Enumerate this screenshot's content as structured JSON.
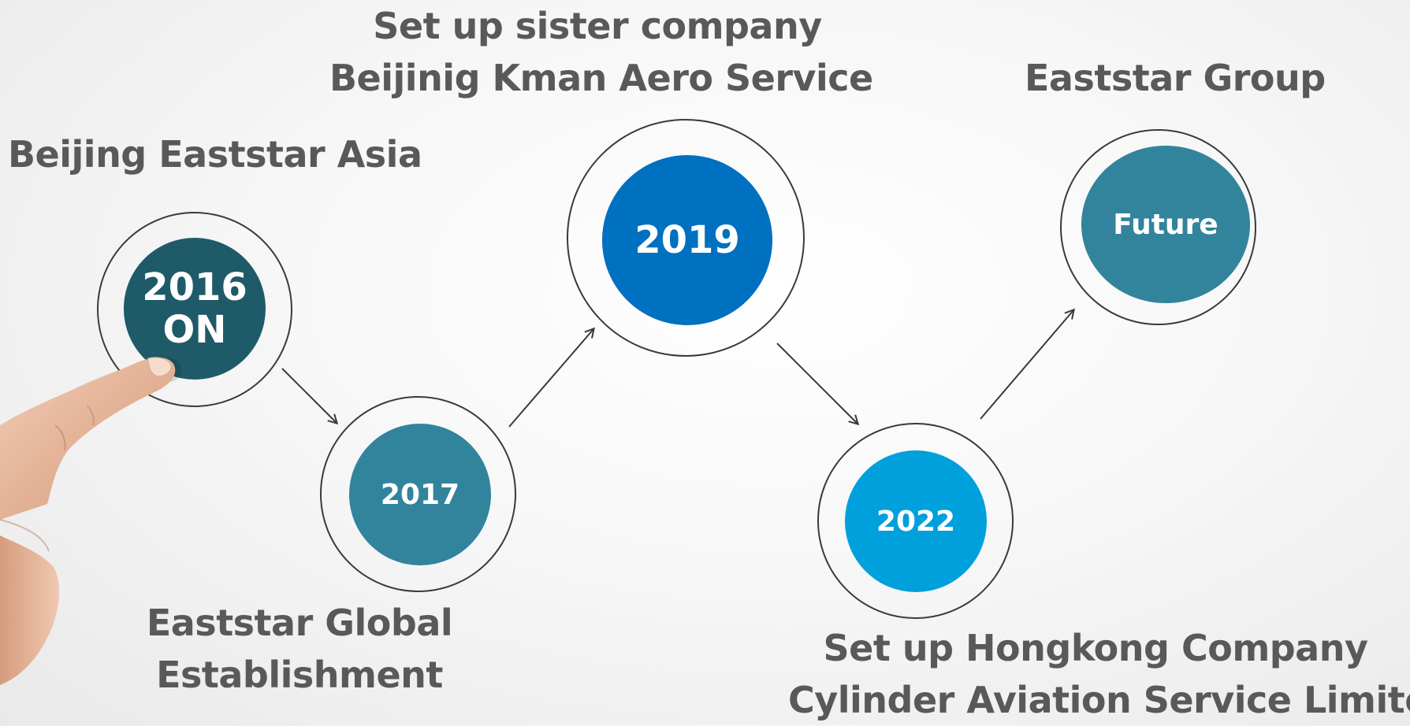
{
  "milestones": [
    {
      "id": "2016",
      "year_line1": "2016",
      "year_line2": "ON",
      "caption_lines": [
        "Beijing Eaststar Asia"
      ],
      "color": "#1f5a68"
    },
    {
      "id": "2017",
      "year_line1": "2017",
      "caption_lines": [
        "Eaststar Global",
        "Establishment"
      ],
      "color": "#31849b"
    },
    {
      "id": "2019",
      "year_line1": "2019",
      "caption_lines": [
        "Set up sister company",
        "Beijinig Kman Aero Service"
      ],
      "color": "#0070c0"
    },
    {
      "id": "2022",
      "year_line1": "2022",
      "caption_lines": [
        "Set up Hongkong Company",
        "Cylinder Aviation Service Limited"
      ],
      "color": "#00a0dc"
    },
    {
      "id": "future",
      "year_line1": "Future",
      "caption_lines": [
        "Eaststar Group"
      ],
      "color": "#31849b"
    }
  ],
  "colors": {
    "caption_text": "#595959",
    "ring_stroke": "#3a3a3a",
    "arrow_stroke": "#3a3a3a",
    "background": "#f5f5f5"
  },
  "decorations": {
    "hand_icon": "pointing-hand"
  }
}
